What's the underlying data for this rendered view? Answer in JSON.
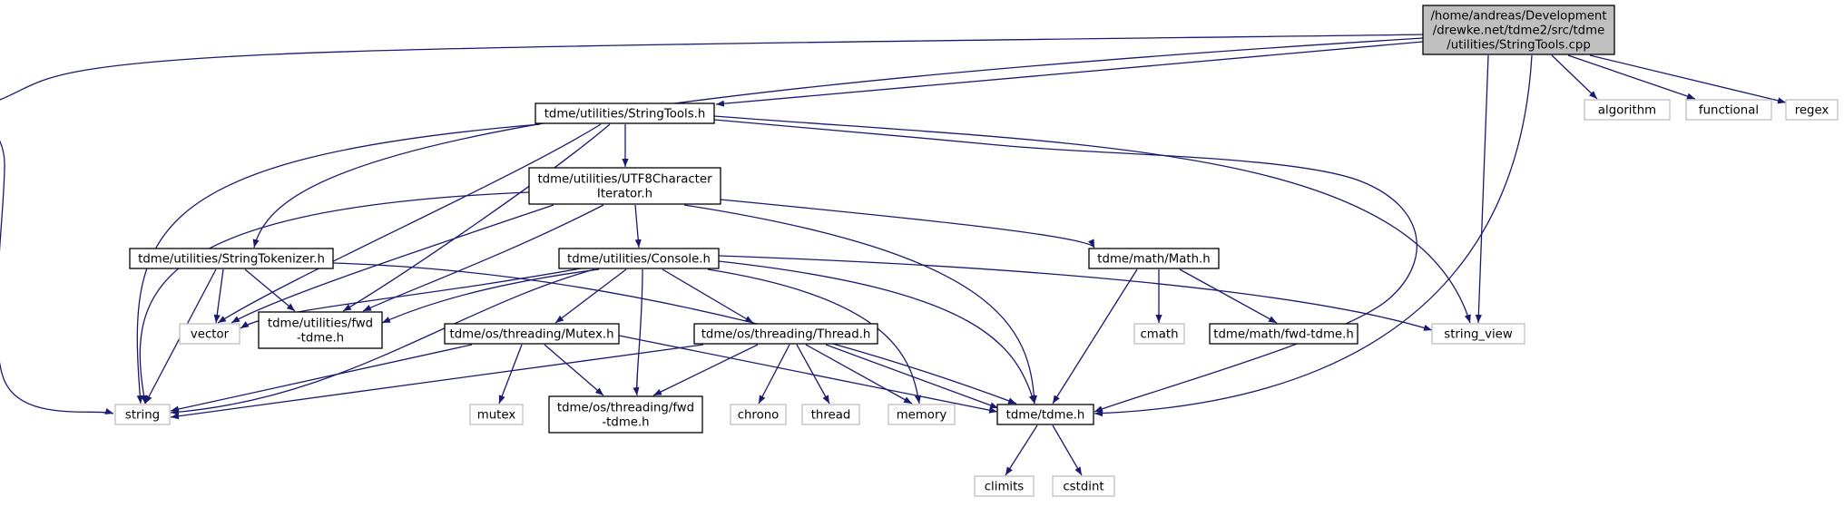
{
  "graph": {
    "colors": {
      "edge": "#191970",
      "root_fill": "#bfbfbf",
      "node_border": "#000000",
      "external_border": "#bfbfbf",
      "text": "#000000"
    },
    "nodes": {
      "root": {
        "lines": [
          "/home/andreas/Development",
          "/drewke.net/tdme2/src/tdme",
          "/utilities/StringTools.cpp"
        ],
        "kind": "root"
      },
      "stringtools_h": {
        "lines": [
          "tdme/utilities/StringTools.h"
        ],
        "kind": "internal"
      },
      "utf8": {
        "lines": [
          "tdme/utilities/UTF8Character",
          "Iterator.h"
        ],
        "kind": "internal"
      },
      "tokenizer": {
        "lines": [
          "tdme/utilities/StringTokenizer.h"
        ],
        "kind": "internal"
      },
      "console": {
        "lines": [
          "tdme/utilities/Console.h"
        ],
        "kind": "internal"
      },
      "math": {
        "lines": [
          "tdme/math/Math.h"
        ],
        "kind": "internal"
      },
      "mutex_h": {
        "lines": [
          "tdme/os/threading/Mutex.h"
        ],
        "kind": "internal"
      },
      "thread_h": {
        "lines": [
          "tdme/os/threading/Thread.h"
        ],
        "kind": "internal"
      },
      "fwd_util": {
        "lines": [
          "tdme/utilities/fwd",
          "-tdme.h"
        ],
        "kind": "internal"
      },
      "fwd_thread": {
        "lines": [
          "tdme/os/threading/fwd",
          "-tdme.h"
        ],
        "kind": "internal"
      },
      "fwd_math": {
        "lines": [
          "tdme/math/fwd-tdme.h"
        ],
        "kind": "internal"
      },
      "tdme_h": {
        "lines": [
          "tdme/tdme.h"
        ],
        "kind": "internal"
      },
      "algorithm": {
        "lines": [
          "algorithm"
        ],
        "kind": "external"
      },
      "functional": {
        "lines": [
          "functional"
        ],
        "kind": "external"
      },
      "regex": {
        "lines": [
          "regex"
        ],
        "kind": "external"
      },
      "vector": {
        "lines": [
          "vector"
        ],
        "kind": "external"
      },
      "string": {
        "lines": [
          "string"
        ],
        "kind": "external"
      },
      "string_view": {
        "lines": [
          "string_view"
        ],
        "kind": "external"
      },
      "cmath": {
        "lines": [
          "cmath"
        ],
        "kind": "external"
      },
      "mutex": {
        "lines": [
          "mutex"
        ],
        "kind": "external"
      },
      "chrono": {
        "lines": [
          "chrono"
        ],
        "kind": "external"
      },
      "thread": {
        "lines": [
          "thread"
        ],
        "kind": "external"
      },
      "memory": {
        "lines": [
          "memory"
        ],
        "kind": "external"
      },
      "climits": {
        "lines": [
          "climits"
        ],
        "kind": "external"
      },
      "cstdint": {
        "lines": [
          "cstdint"
        ],
        "kind": "external"
      }
    },
    "edges": [
      [
        "root",
        "stringtools_h"
      ],
      [
        "root",
        "tokenizer"
      ],
      [
        "root",
        "string"
      ],
      [
        "root",
        "string_view"
      ],
      [
        "root",
        "tdme_h"
      ],
      [
        "root",
        "algorithm"
      ],
      [
        "root",
        "functional"
      ],
      [
        "root",
        "regex"
      ],
      [
        "stringtools_h",
        "utf8"
      ],
      [
        "stringtools_h",
        "string"
      ],
      [
        "stringtools_h",
        "vector"
      ],
      [
        "stringtools_h",
        "fwd_util"
      ],
      [
        "stringtools_h",
        "string_view"
      ],
      [
        "stringtools_h",
        "tdme_h"
      ],
      [
        "utf8",
        "string"
      ],
      [
        "utf8",
        "vector"
      ],
      [
        "utf8",
        "fwd_util"
      ],
      [
        "utf8",
        "console"
      ],
      [
        "utf8",
        "math"
      ],
      [
        "utf8",
        "tdme_h"
      ],
      [
        "tokenizer",
        "vector"
      ],
      [
        "tokenizer",
        "fwd_util"
      ],
      [
        "tokenizer",
        "string"
      ],
      [
        "tokenizer",
        "tdme_h"
      ],
      [
        "console",
        "vector"
      ],
      [
        "console",
        "fwd_util"
      ],
      [
        "console",
        "string"
      ],
      [
        "console",
        "mutex_h"
      ],
      [
        "console",
        "fwd_thread"
      ],
      [
        "console",
        "thread_h"
      ],
      [
        "console",
        "memory"
      ],
      [
        "console",
        "tdme_h"
      ],
      [
        "console",
        "string_view"
      ],
      [
        "math",
        "cmath"
      ],
      [
        "math",
        "fwd_math"
      ],
      [
        "math",
        "tdme_h"
      ],
      [
        "mutex_h",
        "string"
      ],
      [
        "mutex_h",
        "mutex"
      ],
      [
        "mutex_h",
        "fwd_thread"
      ],
      [
        "mutex_h",
        "tdme_h"
      ],
      [
        "thread_h",
        "string"
      ],
      [
        "thread_h",
        "fwd_thread"
      ],
      [
        "thread_h",
        "chrono"
      ],
      [
        "thread_h",
        "thread"
      ],
      [
        "thread_h",
        "memory"
      ],
      [
        "thread_h",
        "tdme_h"
      ],
      [
        "tdme_h",
        "climits"
      ],
      [
        "tdme_h",
        "cstdint"
      ]
    ]
  }
}
